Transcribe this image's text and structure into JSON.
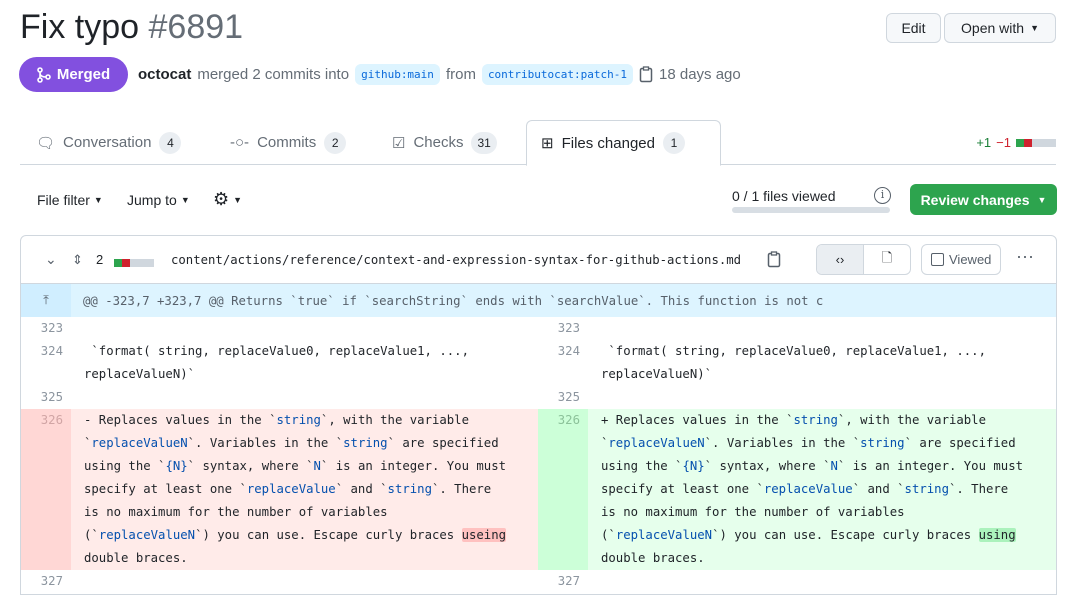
{
  "header": {
    "title": "Fix typo",
    "number": "#6891",
    "edit_label": "Edit",
    "open_with_label": "Open with"
  },
  "status": {
    "badge": "Merged",
    "author": "octocat",
    "text": "merged 2 commits into",
    "base": "github:main",
    "from": "from",
    "head": "contributocat:patch-1",
    "time": "18 days ago",
    "color": "#8250df"
  },
  "tabs": [
    {
      "label": "Conversation",
      "count": "4",
      "icon": "comment-icon"
    },
    {
      "label": "Commits",
      "count": "2",
      "icon": "commit-icon"
    },
    {
      "label": "Checks",
      "count": "31",
      "icon": "checklist-icon"
    },
    {
      "label": "Files changed",
      "count": "1",
      "icon": "file-diff-icon",
      "active": true
    }
  ],
  "diffstat": {
    "additions": "+1",
    "deletions": "−1"
  },
  "toolbar": {
    "file_filter": "File filter",
    "jump_to": "Jump to",
    "files_viewed": "0 / 1 files viewed",
    "review_label": "Review changes"
  },
  "file": {
    "changes": "2",
    "path": "content/actions/reference/context-and-expression-syntax-for-github-actions.md",
    "viewed_label": "Viewed",
    "hunk": "@@ -323,7 +323,7 @@ Returns `true` if `searchString` ends with `searchValue`. This function is not c"
  },
  "diff": [
    {
      "type": "ctx",
      "left_num": "323",
      "right_num": "323",
      "left": [
        []
      ],
      "right": [
        []
      ]
    },
    {
      "type": "ctx",
      "left_num": "324",
      "right_num": "324",
      "left": [
        [
          [
            " `format( string, replaceValue0, replaceValue1, ...,",
            ""
          ]
        ],
        [
          [
            "replaceValueN)`",
            ""
          ]
        ]
      ],
      "right": [
        [
          [
            " `format( string, replaceValue0, replaceValue1, ...,",
            ""
          ]
        ],
        [
          [
            "replaceValueN)`",
            ""
          ]
        ]
      ]
    },
    {
      "type": "ctx",
      "left_num": "325",
      "right_num": "325",
      "left": [
        []
      ],
      "right": [
        []
      ]
    },
    {
      "type": "change",
      "left_num": "326",
      "right_num": "326",
      "left": [
        [
          [
            "- Replaces values in the `",
            ""
          ],
          [
            "string",
            "b"
          ],
          [
            "`, with the variable",
            ""
          ]
        ],
        [
          [
            "`",
            ""
          ],
          [
            "replaceValueN",
            "b"
          ],
          [
            "`. Variables in the `",
            ""
          ],
          [
            "string",
            "b"
          ],
          [
            "` are specified",
            ""
          ]
        ],
        [
          [
            "using the `",
            ""
          ],
          [
            "{N}",
            "b"
          ],
          [
            "` syntax, where `",
            ""
          ],
          [
            "N",
            "b"
          ],
          [
            "` is an integer. You must",
            ""
          ]
        ],
        [
          [
            "specify at least one `",
            ""
          ],
          [
            "replaceValue",
            "b"
          ],
          [
            "` and `",
            ""
          ],
          [
            "string",
            "b"
          ],
          [
            "`. There",
            ""
          ]
        ],
        [
          [
            "is no maximum for the number of variables",
            ""
          ]
        ],
        [
          [
            "(`",
            ""
          ],
          [
            "replaceValueN",
            "b"
          ],
          [
            "`) you can use. Escape curly braces ",
            ""
          ],
          [
            "useing",
            "hd"
          ]
        ],
        [
          [
            "double braces.",
            ""
          ]
        ]
      ],
      "right": [
        [
          [
            "+ Replaces values in the `",
            ""
          ],
          [
            "string",
            "b"
          ],
          [
            "`, with the variable",
            ""
          ]
        ],
        [
          [
            "`",
            ""
          ],
          [
            "replaceValueN",
            "b"
          ],
          [
            "`. Variables in the `",
            ""
          ],
          [
            "string",
            "b"
          ],
          [
            "` are specified",
            ""
          ]
        ],
        [
          [
            "using the `",
            ""
          ],
          [
            "{N}",
            "b"
          ],
          [
            "` syntax, where `",
            ""
          ],
          [
            "N",
            "b"
          ],
          [
            "` is an integer. You must",
            ""
          ]
        ],
        [
          [
            "specify at least one `",
            ""
          ],
          [
            "replaceValue",
            "b"
          ],
          [
            "` and `",
            ""
          ],
          [
            "string",
            "b"
          ],
          [
            "`. There",
            ""
          ]
        ],
        [
          [
            "is no maximum for the number of variables",
            ""
          ]
        ],
        [
          [
            "(`",
            ""
          ],
          [
            "replaceValueN",
            "b"
          ],
          [
            "`) you can use. Escape curly braces ",
            ""
          ],
          [
            "using",
            "ha"
          ]
        ],
        [
          [
            "double braces.",
            ""
          ]
        ]
      ]
    },
    {
      "type": "ctx",
      "left_num": "327",
      "right_num": "327",
      "left": [
        []
      ],
      "right": [
        []
      ]
    }
  ]
}
